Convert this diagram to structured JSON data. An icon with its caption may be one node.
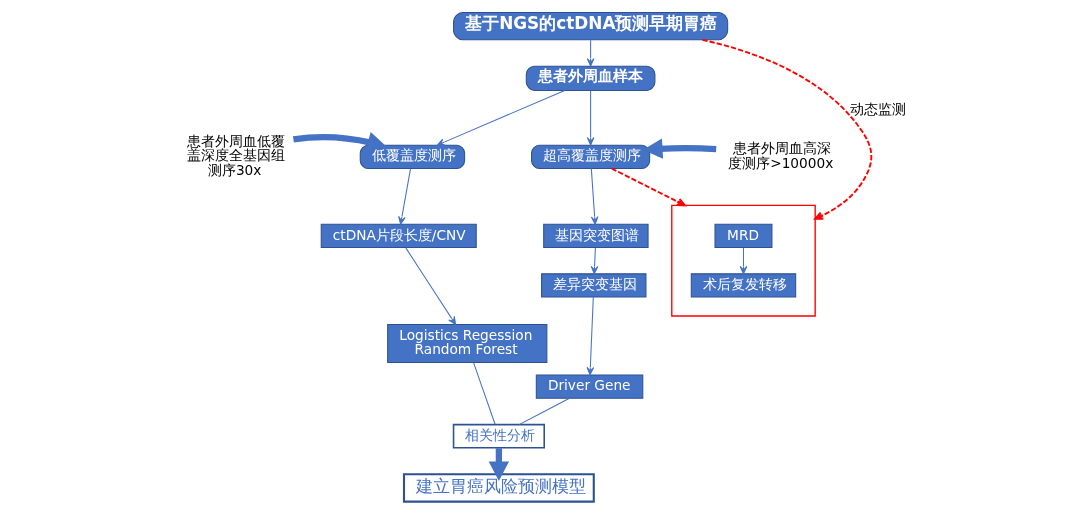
{
  "diagram": {
    "nodes": [
      {
        "text": [
          "基于NGS的ctDNA预测早期胃癌"
        ]
      },
      {
        "text": [
          "患者外周血样本"
        ]
      },
      {
        "text": [
          "患者外周血低覆盖深度全基因组测序30x"
        ]
      },
      {
        "text": [
          "低覆盖度测序"
        ]
      },
      {
        "text": [
          "超高覆盖度测序"
        ]
      },
      {
        "text": [
          "患者外周血高深度测序>10000x"
        ]
      },
      {
        "text": [
          "ctDNA片段长度/CNV"
        ]
      },
      {
        "text": [
          "Logistics Regession",
          "Random Forest"
        ]
      },
      {
        "text": [
          "基因突变图谱"
        ]
      },
      {
        "text": [
          "差异突变基因"
        ]
      },
      {
        "text": [
          "Driver Gene"
        ]
      },
      {
        "text": [],
        "shape": "box"
      },
      {
        "text": [
          "MRD"
        ],
        "in": 11
      },
      {
        "text": [
          "术后复发转移"
        ],
        "in": 11
      },
      {
        "text": [
          "相关性分析"
        ]
      },
      {
        "text": [
          "建立胃癌风险预测模型"
        ]
      }
    ],
    "edges": [
      {
        "from": 0,
        "to": 1,
        "arrow": "to"
      },
      {
        "from": 1,
        "to": 3,
        "arrow": "to"
      },
      {
        "from": 1,
        "to": 4,
        "arrow": "to"
      },
      {
        "from": 2,
        "to": 3,
        "arrow": "to",
        "style": "thick"
      },
      {
        "from": 5,
        "to": 4,
        "arrow": "to",
        "style": "thick"
      },
      {
        "from": 3,
        "to": 6,
        "arrow": "to"
      },
      {
        "from": 6,
        "to": 7,
        "arrow": "to"
      },
      {
        "from": 4,
        "to": 8,
        "arrow": "to"
      },
      {
        "from": 8,
        "to": 9,
        "arrow": "to"
      },
      {
        "from": 9,
        "to": 10,
        "arrow": "to"
      },
      {
        "from": 4,
        "to": 11,
        "arrow": "to",
        "style": "dashed",
        "color": "#ff0000"
      },
      {
        "from": 0,
        "to": 11,
        "arrow": "to",
        "style": "dashed",
        "color": "#ff0000",
        "label": "动态监测"
      },
      {
        "from": 12,
        "to": 13,
        "arrow": "to"
      },
      {
        "from": 7,
        "to": 14,
        "arrow": "none"
      },
      {
        "from": 10,
        "to": 14,
        "arrow": "none"
      },
      {
        "from": 14,
        "to": 15,
        "arrow": "to",
        "style": "thick"
      }
    ]
  }
}
